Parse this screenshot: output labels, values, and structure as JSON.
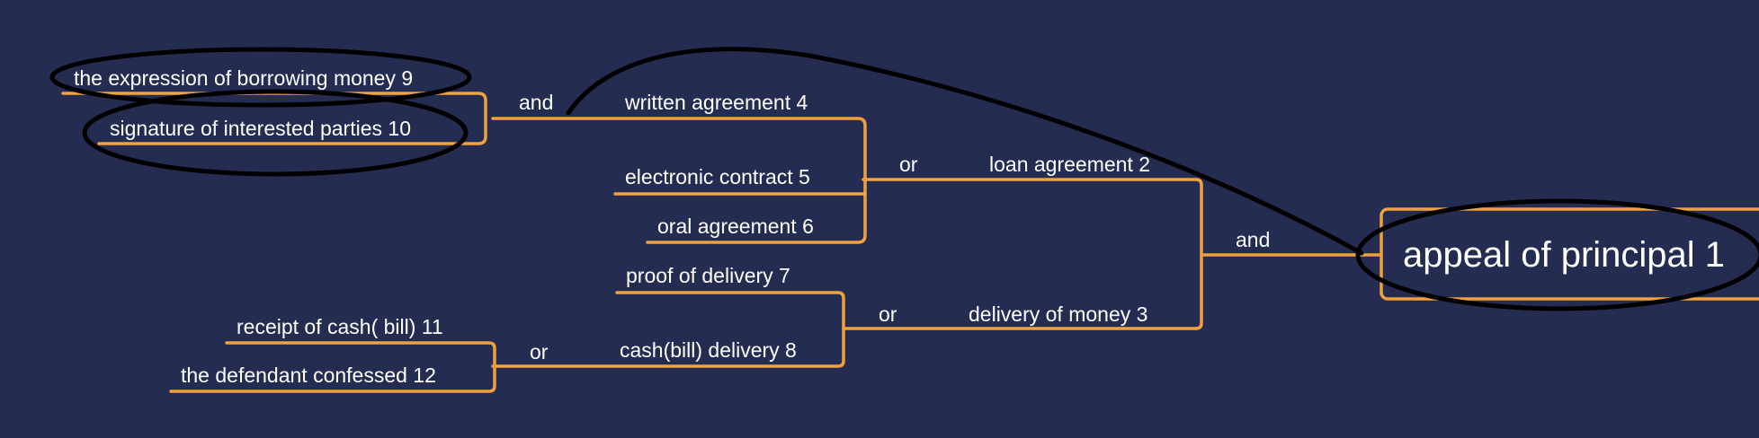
{
  "diagram": {
    "root": {
      "label": "appeal of principal 1"
    },
    "nodes": {
      "loan_agreement": "loan agreement 2",
      "delivery_of_money": "delivery of money 3",
      "written_agreement": "written agreement 4",
      "electronic_contract": "electronic contract 5",
      "oral_agreement": "oral agreement 6",
      "proof_of_delivery": "proof of delivery 7",
      "cash_bill_delivery": "cash(bill) delivery 8",
      "expression_of_borrowing": "the expression of borrowing money 9",
      "signature_of_parties": "signature of interested parties 10",
      "receipt_of_cash": "receipt of cash( bill) 11",
      "defendant_confessed": "the defendant confessed 12"
    },
    "connectors": {
      "root_and": "and",
      "loan_or": "or",
      "delivery_or": "or",
      "written_and": "and",
      "cash_or": "or"
    }
  },
  "colors": {
    "background": "#252c52",
    "branch": "#f0a03c",
    "text": "#ffffff",
    "annotation": "#000000"
  }
}
